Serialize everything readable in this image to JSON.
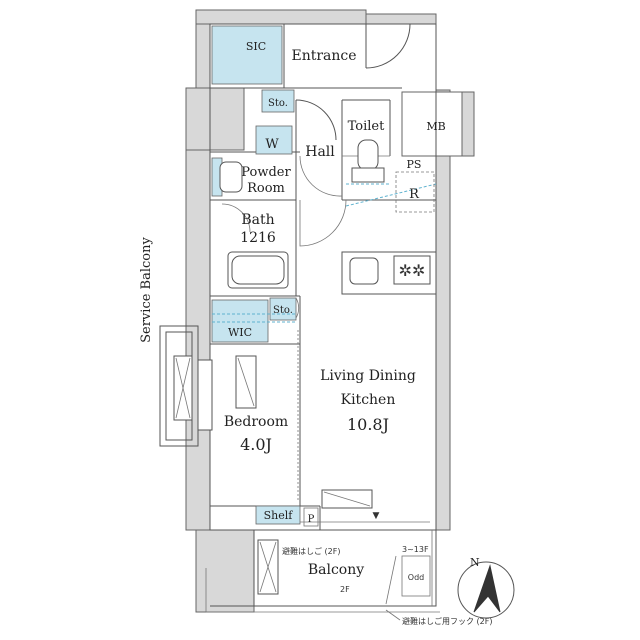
{
  "rooms": {
    "sic": "SIC",
    "entrance": "Entrance",
    "storage_top": "Sto.",
    "toilet": "Toilet",
    "mb": "MB",
    "washer": "W",
    "hall": "Hall",
    "ps": "PS",
    "powder_room_line1": "Powder",
    "powder_room_line2": "Room",
    "refrigerator": "R",
    "bath_line1": "Bath",
    "bath_line2": "1216",
    "storage_mid": "Sto.",
    "wic": "WIC",
    "ldk_line1": "Living Dining",
    "ldk_line2": "Kitchen",
    "ldk_size": "10.8J",
    "bedroom": "Bedroom",
    "bedroom_size": "4.0J",
    "shelf": "Shelf",
    "pipe": "P",
    "balcony": "Balcony",
    "service_balcony": "Service Balcony"
  },
  "notes": {
    "ladder_2f": "避難はしご (2F)",
    "floors": "3~13F",
    "odd": "Odd",
    "floor_2f": "2F",
    "ladder_hook": "避難はしご用フック (2F)"
  },
  "compass": {
    "north": "N"
  },
  "colors": {
    "storage_blue": "#c6e4ef",
    "wall_grey": "#d8d8d8",
    "line": "#555555"
  }
}
